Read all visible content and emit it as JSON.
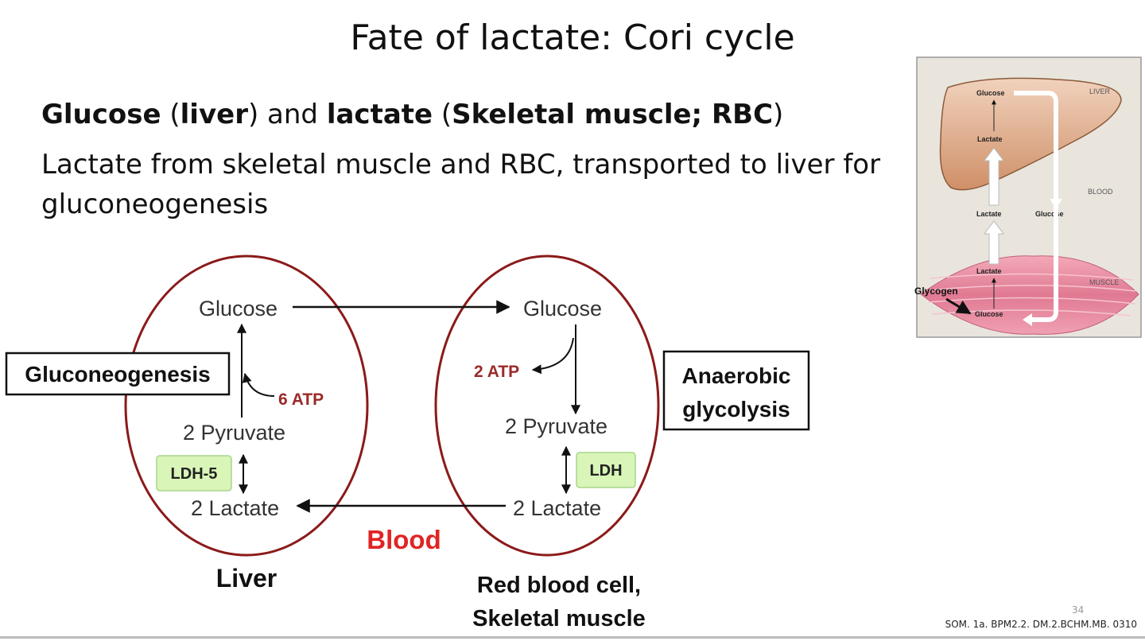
{
  "slide": {
    "title": "Fate of lactate: Cori cycle",
    "subtitle": {
      "glucose": "Glucose",
      "liver": "liver",
      "and": "and",
      "lactate": "lactate",
      "sources": "Skeletal muscle; RBC"
    },
    "body": "Lactate from skeletal muscle and RBC, transported to liver for gluconeogenesis",
    "page_number": "34",
    "footer_code": "SOM. 1a. BPM2.2. DM.2.BCHM.MB. 0310"
  },
  "diagram": {
    "liver_cell": {
      "glucose": "Glucose",
      "pyruvate": "2 Pyruvate",
      "lactate": "2 Lactate",
      "atp": "6 ATP",
      "enzyme": "LDH-5",
      "caption": "Liver",
      "process": "Gluconeogenesis"
    },
    "muscle_cell": {
      "glucose": "Glucose",
      "pyruvate": "2 Pyruvate",
      "lactate": "2 Lactate",
      "atp": "2 ATP",
      "enzyme": "LDH",
      "caption_line1": "Red blood cell,",
      "caption_line2": "Skeletal muscle",
      "process_line1": "Anaerobic",
      "process_line2": "glycolysis"
    },
    "blood_label": "Blood"
  },
  "inset": {
    "liver_label": "LIVER",
    "blood_label": "BLOOD",
    "muscle_label": "MUSCLE",
    "liver_glucose": "Glucose",
    "liver_lactate": "Lactate",
    "blood_lactate": "Lactate",
    "blood_glucose": "Glucose",
    "muscle_lactate": "Lactate",
    "muscle_glucose": "Glucose",
    "glycogen": "Glycogen"
  },
  "colors": {
    "cell_outline": "#8b1a1a",
    "atp_text": "#9b2a2a",
    "blood_text": "#e02424",
    "enzyme_fill": "#d9f5b8",
    "liver_fill": "#d9a27f",
    "muscle_fill": "#e98aa0"
  }
}
